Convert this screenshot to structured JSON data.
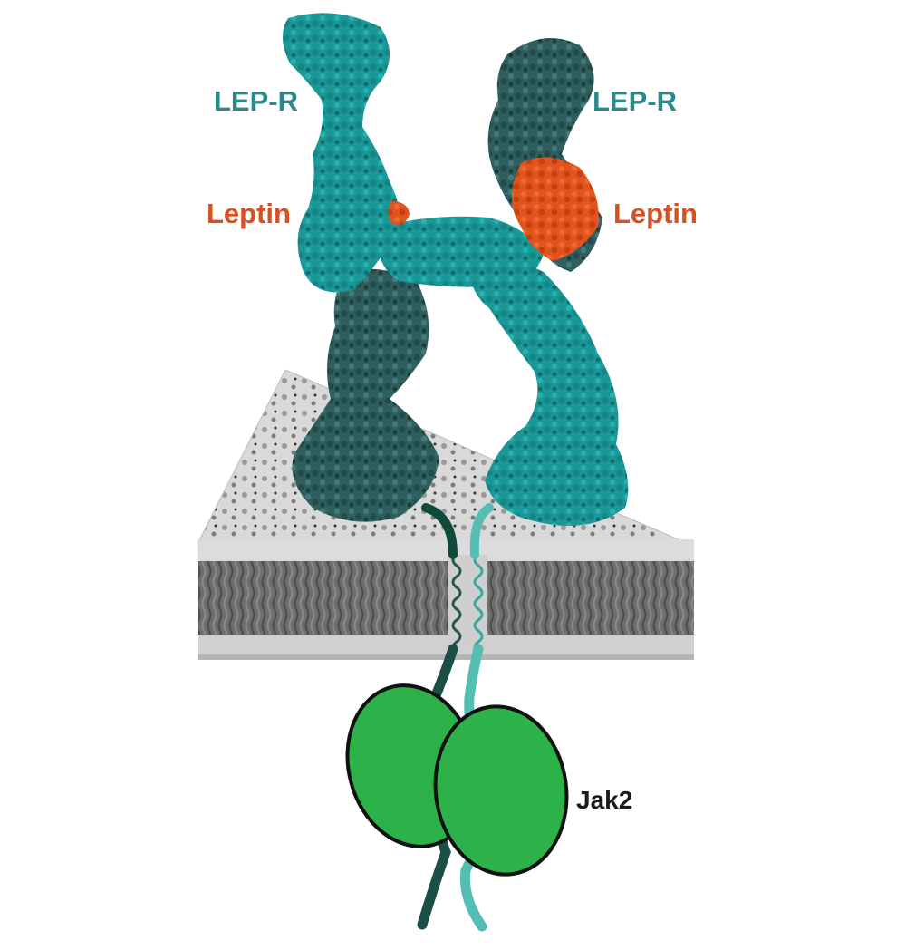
{
  "labels": {
    "receptor_left": "LEP-R",
    "receptor_right": "LEP-R",
    "ligand_left": "Leptin",
    "ligand_right": "Leptin",
    "kinase": "Jak2"
  },
  "colors": {
    "receptor_teal": "#1e9a9a",
    "receptor_dark": "#2f5e5e",
    "leptin_orange": "#e2541f",
    "jak2_green": "#2db24a",
    "tail_dark": "#1b4f45",
    "tail_light": "#54beb5",
    "label_teal": "#2a8a8a",
    "label_orange": "#d8501f",
    "label_black": "#1a1a1a"
  }
}
